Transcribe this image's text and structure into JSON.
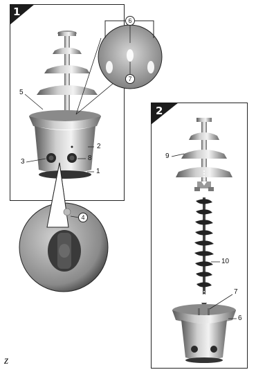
{
  "panel1": {
    "tag": "1",
    "labels": {
      "n1": "1",
      "n2": "2",
      "n3": "3",
      "n5": "5",
      "n8": "8",
      "n6": "6",
      "n7": "7",
      "n4": "4"
    }
  },
  "panel2": {
    "tag": "2",
    "labels": {
      "n9": "9",
      "n10": "10",
      "n7": "7",
      "n6": "6"
    }
  },
  "corner_glyph": "z"
}
